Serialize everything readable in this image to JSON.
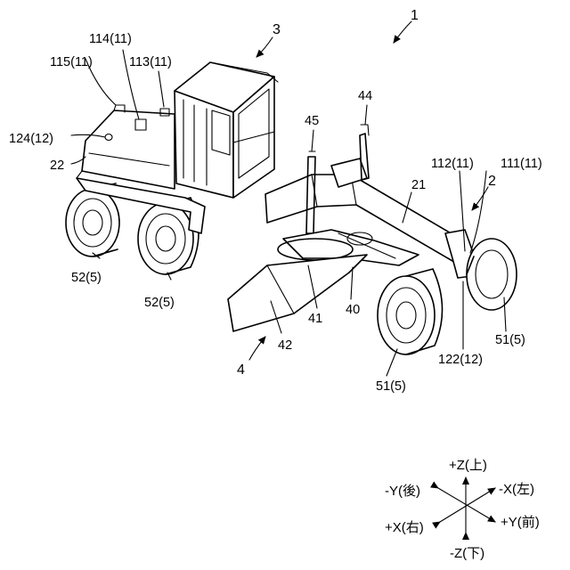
{
  "figure": {
    "reference_numerals": {
      "vehicle": "1",
      "front_frame_group": "2",
      "cab_group": "3",
      "blade_group": "4",
      "front_frame": "21",
      "rear_body": "22",
      "antenna_111": "111(11)",
      "antenna_112": "112(11)",
      "antenna_113": "113(11)",
      "antenna_114": "114(11)",
      "antenna_115": "115(11)",
      "imu_122": "122(12)",
      "imu_124": "124(12)",
      "drawbar": "40",
      "circle": "41",
      "blade": "42",
      "cylinder_44": "44",
      "cylinder_45": "45",
      "front_wheel_upper": "51(5)",
      "front_wheel_lower": "51(5)",
      "rear_wheel_left": "52(5)",
      "rear_wheel_right": "52(5)"
    },
    "axes": {
      "plus_z": "+Z(上)",
      "minus_z": "-Z(下)",
      "minus_y": "-Y(後)",
      "plus_y": "+Y(前)",
      "minus_x": "-X(左)",
      "plus_x": "+X(右)"
    }
  }
}
